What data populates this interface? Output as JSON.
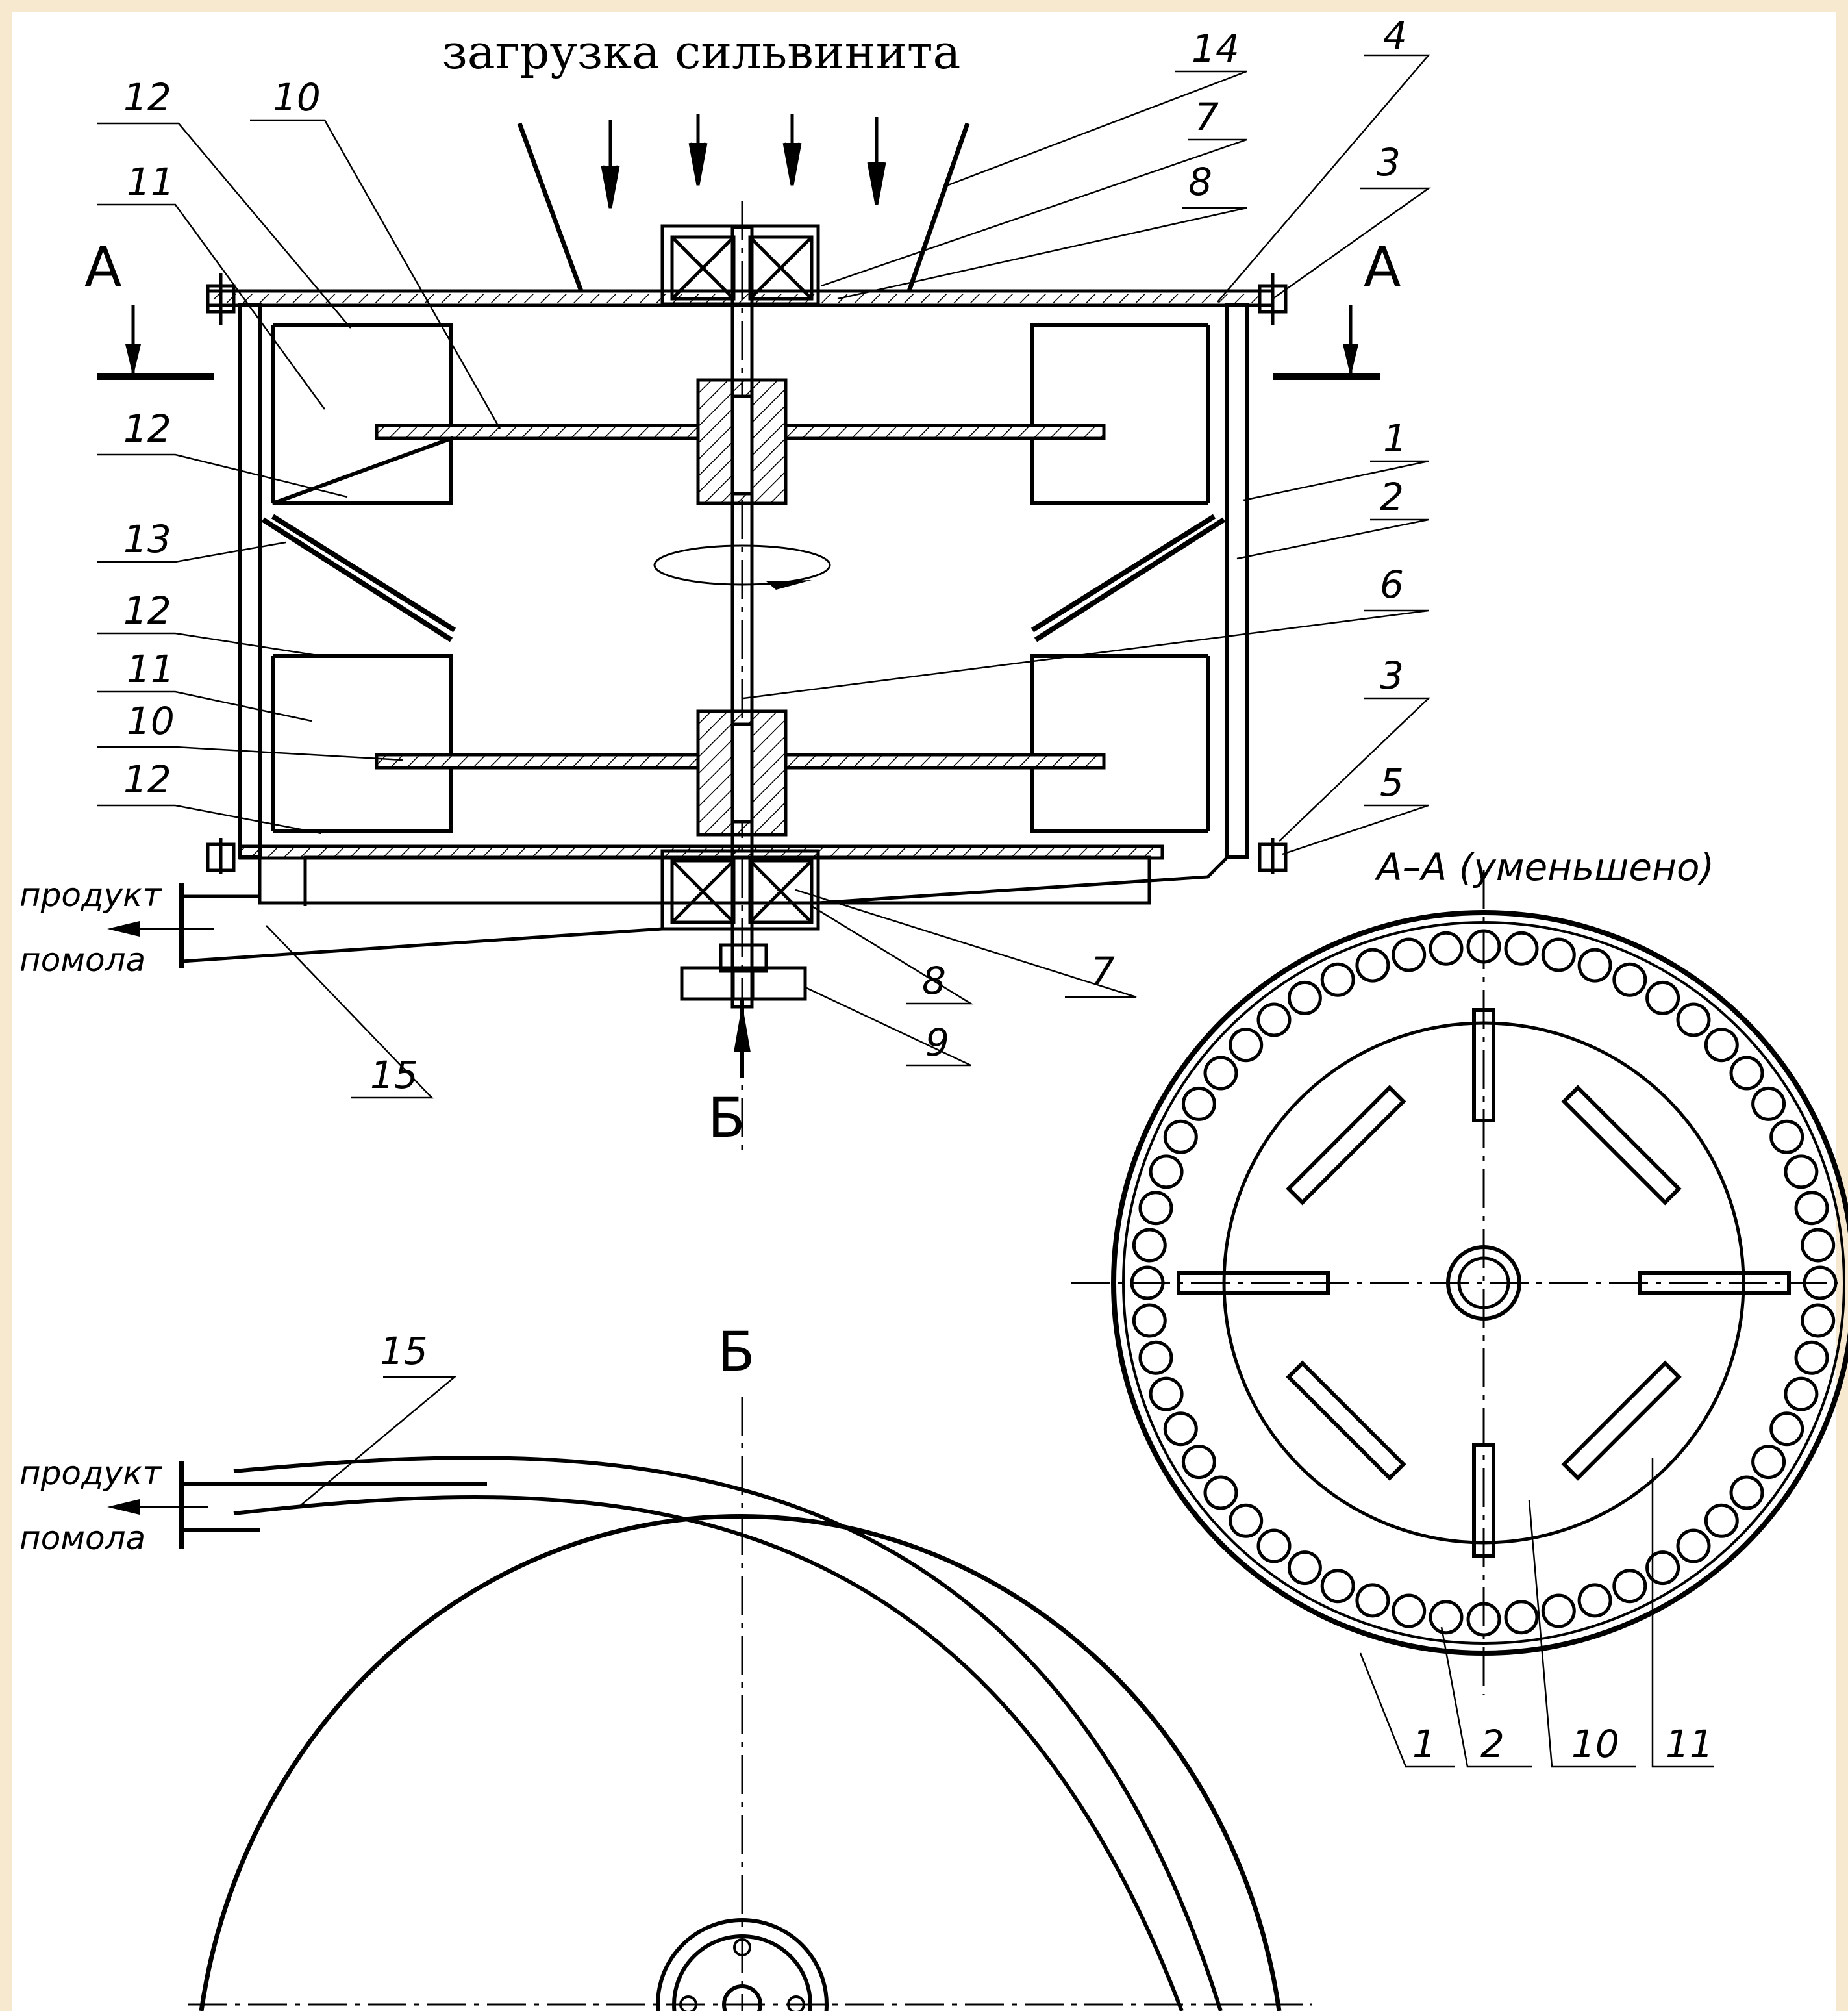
{
  "title": "загрузка сильвинита",
  "section_mark": "А",
  "bottom_view_mark": "Б",
  "section_view_caption": "А–А (уменьшено)",
  "product_label": [
    "продукт",
    "помола"
  ],
  "part_numbers": {
    "p1": "1",
    "p2": "2",
    "p3": "3",
    "p4": "4",
    "p5": "5",
    "p6": "6",
    "p7": "7",
    "p8": "8",
    "p9": "9",
    "p10": "10",
    "p11": "11",
    "p12": "12",
    "p13": "13",
    "p14": "14",
    "p15": "15"
  },
  "colors": {
    "ink": "#000000",
    "paper": "#ffffff",
    "frame": "#f6e9cf"
  }
}
